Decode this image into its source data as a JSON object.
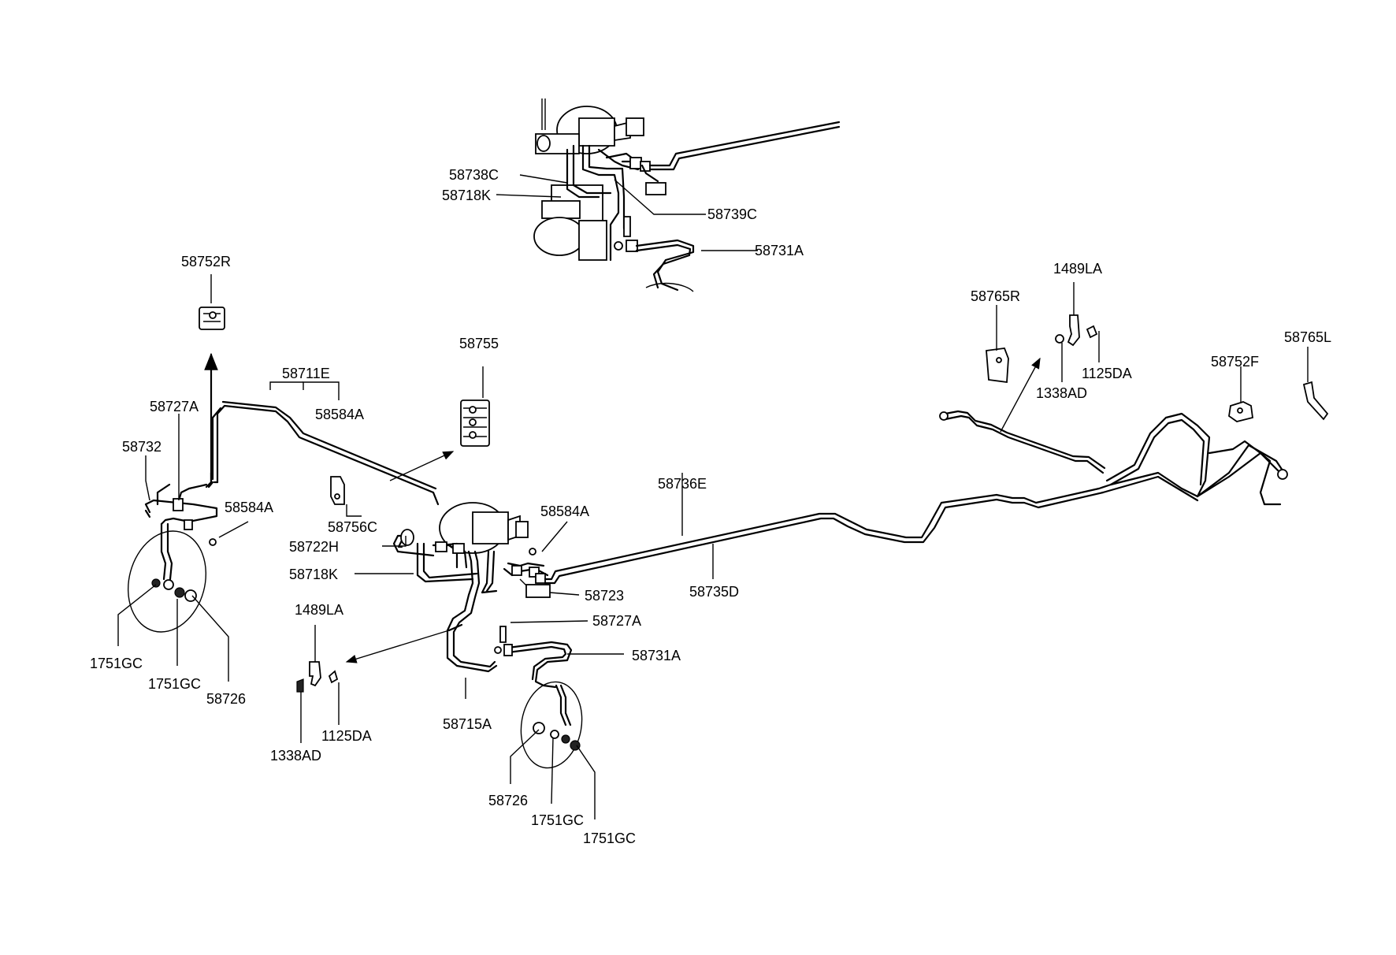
{
  "labels": {
    "l58738C": "58738C",
    "l58718K_top": "58718K",
    "l58739C": "58739C",
    "l58731A_top": "58731A",
    "l58752R": "58752R",
    "l58711E": "58711E",
    "l58584A_a": "58584A",
    "l58755": "58755",
    "l58727A_left": "58727A",
    "l58732": "58732",
    "l58584A_b": "58584A",
    "l58756C": "58756C",
    "l58722H": "58722H",
    "l58718K_mid": "58718K",
    "l58584A_c": "58584A",
    "l58723": "58723",
    "l58736E": "58736E",
    "l58735D": "58735D",
    "l58727A_mid": "58727A",
    "l58731A_mid": "58731A",
    "l1489LA_mid": "1489LA",
    "l1125DA_mid": "1125DA",
    "l1338AD_mid": "1338AD",
    "l58715A": "58715A",
    "l1751GC_l1": "1751GC",
    "l1751GC_l2": "1751GC",
    "l58726_l": "58726",
    "l58726_r": "58726",
    "l1751GC_r1": "1751GC",
    "l1751GC_r2": "1751GC",
    "l58765R": "58765R",
    "l1489LA_r": "1489LA",
    "l1125DA_r": "1125DA",
    "l1338AD_r": "1338AD",
    "l58752F": "58752F",
    "l58765L": "58765L"
  }
}
